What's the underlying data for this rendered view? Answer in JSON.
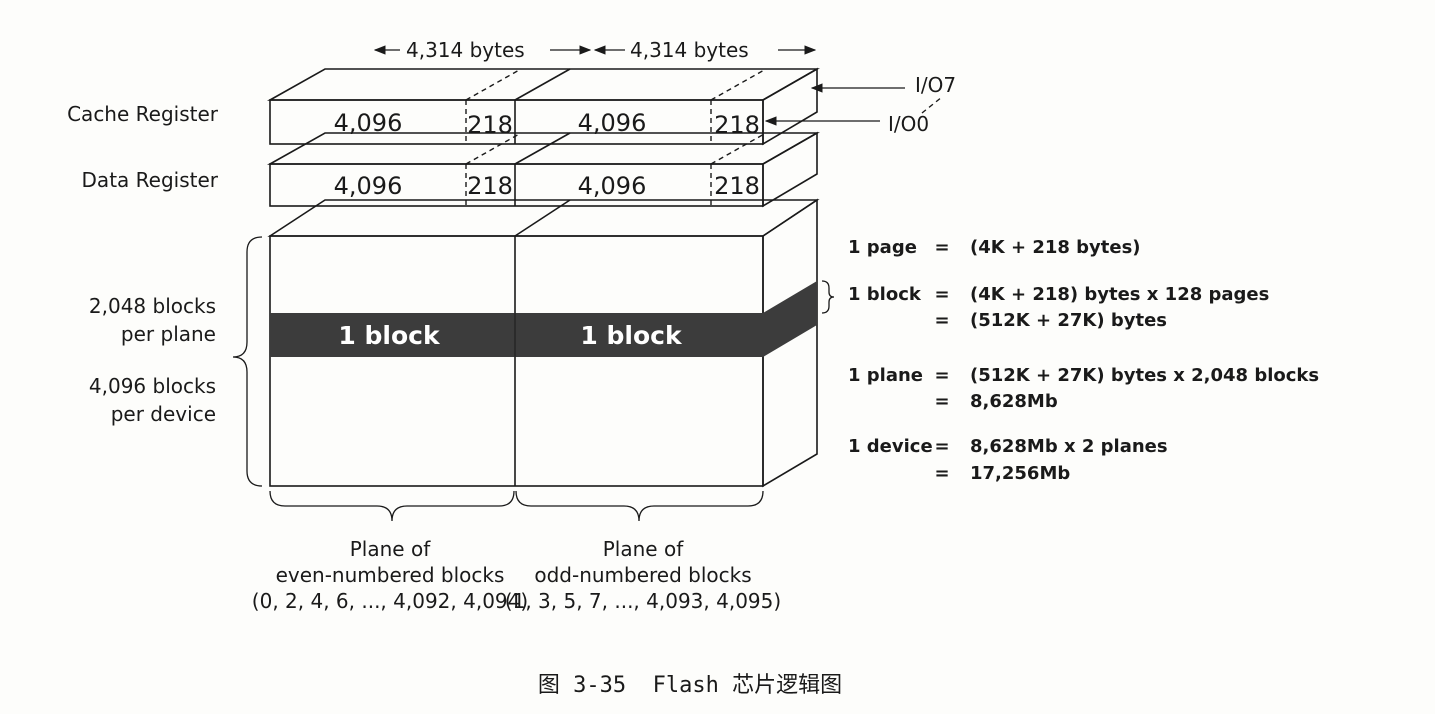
{
  "width_labels": [
    "4,314 bytes",
    "4,314 bytes"
  ],
  "io_labels": {
    "top": "I/O7",
    "bottom": "I/O0"
  },
  "registers": [
    {
      "label": "Cache Register",
      "cells": [
        "4,096",
        "218",
        "4,096",
        "218"
      ]
    },
    {
      "label": "Data Register",
      "cells": [
        "4,096",
        "218",
        "4,096",
        "218"
      ]
    }
  ],
  "left_labels": {
    "blocks_per_plane": [
      "2,048 blocks",
      "per plane"
    ],
    "blocks_per_device": [
      "4,096 blocks",
      "per device"
    ]
  },
  "block_labels": [
    "1 block",
    "1 block"
  ],
  "planes": [
    {
      "lines": [
        "Plane of",
        "even-numbered blocks",
        "(0, 2, 4, 6, ..., 4,092, 4,094)"
      ]
    },
    {
      "lines": [
        "Plane of",
        "odd-numbered blocks",
        "(1, 3, 5, 7, ..., 4,093, 4,095)"
      ]
    }
  ],
  "formulas": {
    "page": {
      "term": "1 page",
      "op": "=",
      "lines": [
        "(4K + 218 bytes)"
      ]
    },
    "block": {
      "term": "1 block",
      "op": "=",
      "lines": [
        "(4K + 218) bytes x 128 pages",
        "(512K + 27K) bytes"
      ]
    },
    "plane": {
      "term": "1 plane",
      "op": "=",
      "lines": [
        "(512K + 27K) bytes x 2,048 blocks",
        "8,628Mb"
      ]
    },
    "device": {
      "term": "1 device",
      "op": "=",
      "lines": [
        "8,628Mb x 2 planes",
        "17,256Mb"
      ]
    }
  },
  "caption": "图 3-35  Flash 芯片逻辑图"
}
